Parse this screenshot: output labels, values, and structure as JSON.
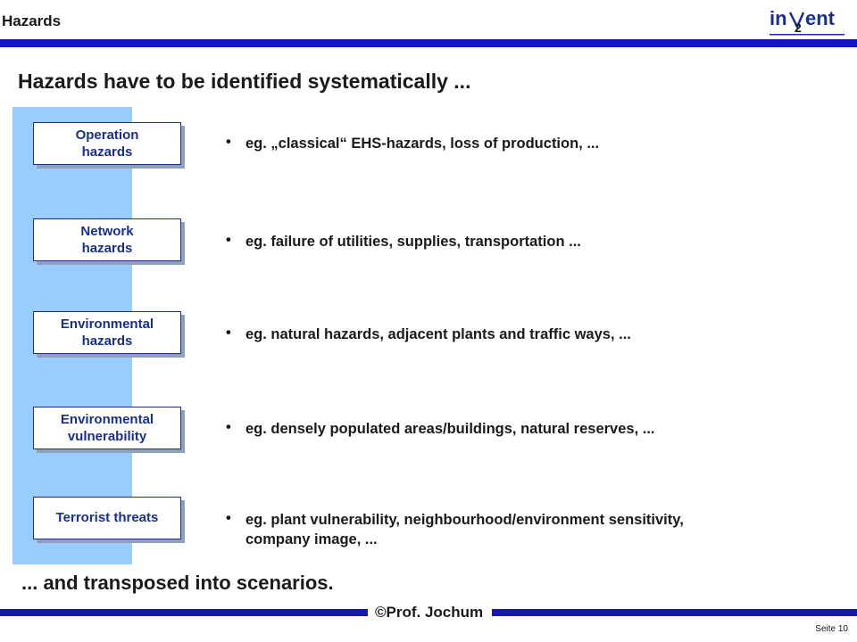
{
  "header": {
    "section": "Hazards",
    "logo_text": "in  ent",
    "logo_mark": "2"
  },
  "title": "Hazards have to be identified systematically ...",
  "categories": [
    {
      "label": "Operation\nhazards",
      "bullet": "eg. „classical“ EHS-hazards, loss of production, ..."
    },
    {
      "label": "Network\nhazards",
      "bullet": "eg. failure of utilities, supplies, transportation ..."
    },
    {
      "label": "Environmental\nhazards",
      "bullet": "eg. natural hazards, adjacent plants and traffic ways, ..."
    },
    {
      "label": "Environmental\nvulnerability",
      "bullet": "eg. densely populated areas/buildings, natural reserves, ..."
    },
    {
      "label": "Terrorist threats",
      "bullet": "eg. plant vulnerability, neighbourhood/environment sensitivity,\ncompany image, ..."
    }
  ],
  "bullet_symbol": "•",
  "closing": "... and transposed into scenarios.",
  "footer": {
    "author": "©Prof. Jochum",
    "page": "Seite 10"
  },
  "colors": {
    "rule": "#1616b5",
    "strip": "#99ccff",
    "box_text": "#1a2f8c"
  }
}
